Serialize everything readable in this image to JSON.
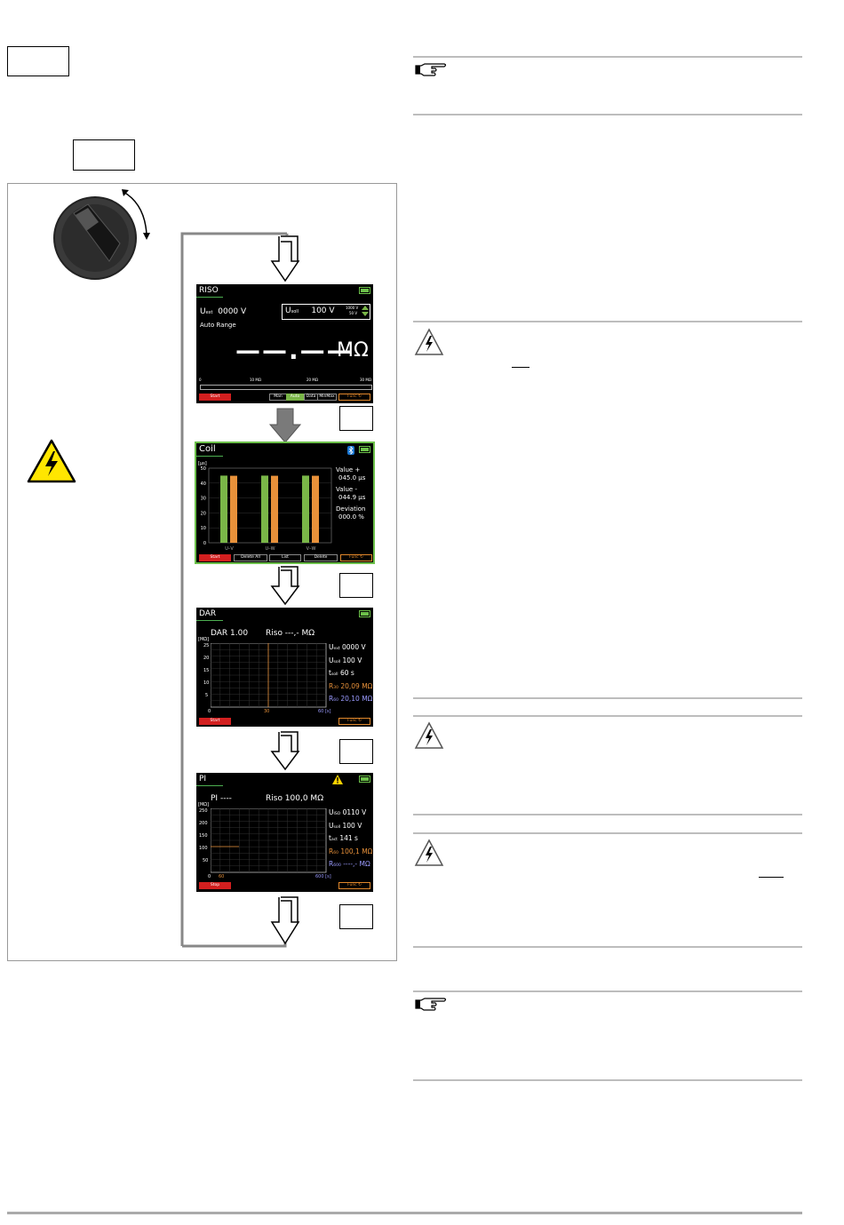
{
  "riso": {
    "title": "RISO",
    "uext_label": "U",
    "uext_sub": "ext",
    "uext_value": "0000 V",
    "uset_label": "U",
    "uset_sub": "soll",
    "uset_value": "100 V",
    "range_hi": "1000 V",
    "range_lo": "50 V",
    "auto_range": "Auto Range",
    "reading": "——.——",
    "reading_unit": "MΩ",
    "scale_ticks": [
      "0",
      "10 MΩ",
      "20 MΩ",
      "30 MΩ"
    ],
    "buttons": {
      "start": "Start",
      "man": "Man",
      "auto": "Auto",
      "data": "Data",
      "minmax": "MinMax",
      "func": "Func"
    }
  },
  "coil": {
    "title": "Coil",
    "yunit": "[µs]",
    "y_ticks": [
      "50",
      "40",
      "30",
      "20",
      "10",
      "0"
    ],
    "x_labels": [
      "U–V",
      "U–W",
      "V–W"
    ],
    "value_plus_label": "Value  +",
    "value_plus": "045.0 µs",
    "value_minus_label": "Value  -",
    "value_minus": "044.9 µs",
    "deviation_label": "Deviation",
    "deviation": "000.0 %",
    "buttons": {
      "start": "Start",
      "delete_all": "Delete  All",
      "list": "List",
      "delete": "Delete",
      "func": "Func"
    },
    "colors": {
      "green": "#7ab648",
      "orange": "#e8913a"
    }
  },
  "chart_data": {
    "type": "bar",
    "categories": [
      "U–V",
      "U–W",
      "V–W"
    ],
    "series": [
      {
        "values": [
          45.0,
          45.0,
          45.0
        ]
      },
      {
        "values": [
          44.9,
          44.9,
          44.9
        ]
      }
    ],
    "ylabel": "[µs]",
    "ylim": [
      0,
      50
    ]
  },
  "dar": {
    "title": "DAR",
    "header_left": "DAR 1.00",
    "header_right": "Riso  ---,- MΩ",
    "yunit": "[MΩ]",
    "y_ticks": [
      "25",
      "20",
      "15",
      "10",
      "5"
    ],
    "x_ticks": [
      "0",
      "30",
      "60 [s]"
    ],
    "readings": [
      {
        "label": "U",
        "sub": "ext",
        "value": "0000 V",
        "color": "#ffffff"
      },
      {
        "label": "U",
        "sub": "soll",
        "value": "100 V",
        "color": "#ffffff"
      },
      {
        "label": "t",
        "sub": "soll",
        "value": "60 s",
        "color": "#ffffff"
      },
      {
        "label": "R",
        "sub": "30",
        "value": "20,09 MΩ",
        "color": "#e8913a"
      },
      {
        "label": "R",
        "sub": "60",
        "value": "20,10 MΩ",
        "color": "#9b9bff"
      }
    ],
    "buttons": {
      "start": "Start",
      "func": "Func"
    }
  },
  "pi": {
    "title": "PI",
    "header_left": "PI ----",
    "header_right": "Riso  100,0 MΩ",
    "yunit": "[MΩ]",
    "y_ticks": [
      "250",
      "200",
      "150",
      "100",
      "50"
    ],
    "x_ticks": [
      "0",
      "60",
      "600 [s]"
    ],
    "readings": [
      {
        "label": "U",
        "sub": "ISO",
        "value": "0110 V",
        "color": "#ffffff"
      },
      {
        "label": "U",
        "sub": "soll",
        "value": "100 V",
        "color": "#ffffff"
      },
      {
        "label": "t",
        "sub": "act",
        "value": "141 s",
        "color": "#ffffff"
      },
      {
        "label": "R",
        "sub": "60",
        "value": "100,1 MΩ",
        "color": "#e8913a"
      },
      {
        "label": "R",
        "sub": "600",
        "value": "----,- MΩ",
        "color": "#9b9bff"
      }
    ],
    "buttons": {
      "stop": "Stop",
      "func": "Func"
    }
  }
}
